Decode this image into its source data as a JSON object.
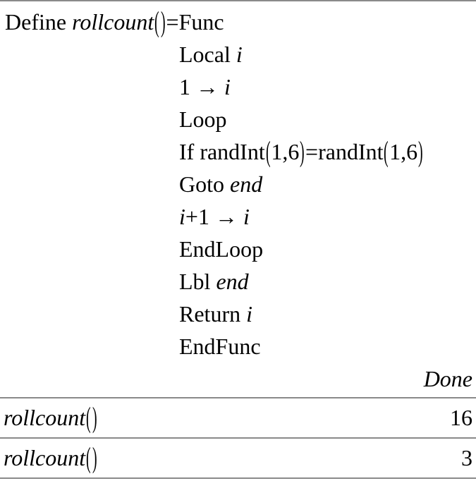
{
  "colors": {
    "divider": "#8a8a8a",
    "text": "#000000",
    "background": "#ffffff"
  },
  "program_entry": {
    "define_prefix": [
      {
        "t": "Define ",
        "s": "k"
      },
      {
        "t": "rollcount",
        "s": "v"
      },
      {
        "t": "()",
        "s": "p"
      },
      {
        "t": "=",
        "s": "k"
      }
    ],
    "func_keyword": "Func",
    "body_lines": [
      [
        {
          "t": "Local ",
          "s": "k"
        },
        {
          "t": "i",
          "s": "v"
        }
      ],
      [
        {
          "t": "1 → ",
          "s": "k"
        },
        {
          "t": "i",
          "s": "v"
        }
      ],
      [
        {
          "t": "Loop",
          "s": "k"
        }
      ],
      [
        {
          "t": "If randInt",
          "s": "k"
        },
        {
          "t": "(",
          "s": "p"
        },
        {
          "t": "1,6",
          "s": "k"
        },
        {
          "t": ")",
          "s": "p"
        },
        {
          "t": "=randInt",
          "s": "k"
        },
        {
          "t": "(",
          "s": "p"
        },
        {
          "t": "1,6",
          "s": "k"
        },
        {
          "t": ")",
          "s": "p"
        }
      ],
      [
        {
          "t": "Goto ",
          "s": "k"
        },
        {
          "t": "end",
          "s": "v"
        }
      ],
      [
        {
          "t": "i",
          "s": "v"
        },
        {
          "t": "+1 → ",
          "s": "k"
        },
        {
          "t": "i",
          "s": "v"
        }
      ],
      [
        {
          "t": "EndLoop",
          "s": "k"
        }
      ],
      [
        {
          "t": "Lbl ",
          "s": "k"
        },
        {
          "t": "end",
          "s": "v"
        }
      ],
      [
        {
          "t": "Return ",
          "s": "k"
        },
        {
          "t": "i",
          "s": "v"
        }
      ],
      [
        {
          "t": "EndFunc",
          "s": "k"
        }
      ]
    ],
    "result_label": "Done"
  },
  "history_entries": [
    {
      "expression": [
        {
          "t": "rollcount",
          "s": "v"
        },
        {
          "t": "()",
          "s": "p"
        }
      ],
      "result": "16"
    },
    {
      "expression": [
        {
          "t": "rollcount",
          "s": "v"
        },
        {
          "t": "()",
          "s": "p"
        }
      ],
      "result": "3"
    }
  ]
}
